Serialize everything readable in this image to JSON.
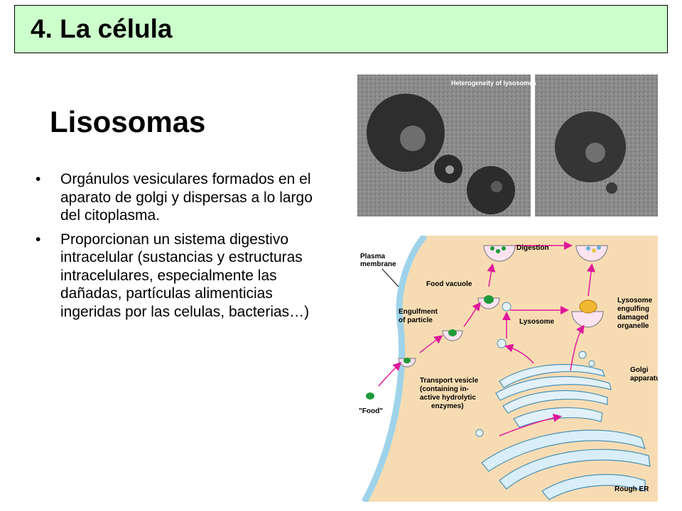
{
  "title": "4. La célula",
  "subtitle": "Lisosomas",
  "bullets": [
    "Orgánulos vesiculares formados en el aparato de golgi y dispersas a lo largo del citoplasma.",
    "Proporcionan un sistema digestivo intracelular (sustancias y estructuras intracelulares, especialmente las dañadas, partículas alimenticias ingeridas por las celulas, bacterias…)"
  ],
  "bullet_symbol": "•",
  "micrograph": {
    "caption": "Heterogeneity of lysosomes"
  },
  "diagram": {
    "labels": {
      "plasma_membrane_1": "Plasma",
      "plasma_membrane_2": "membrane",
      "digestion": "Digestion",
      "food_vacuole": "Food vacuole",
      "engulfment_1": "Engulfment",
      "engulfment_2": "of particle",
      "lysosome": "Lysosome",
      "lys_engulf_1": "Lysosome",
      "lys_engulf_2": "engulfing",
      "lys_engulf_3": "damaged",
      "lys_engulf_4": "organelle",
      "golgi_1": "Golgi",
      "golgi_2": "apparatus",
      "transport_1": "Transport vesicle",
      "transport_2": "(containing in-",
      "transport_3": "active hydrolytic",
      "transport_4": "enzymes)",
      "food": "\"Food\"",
      "rough_er": "Rough ER"
    }
  },
  "colors": {
    "title_bg": "#ccffcc",
    "diagram_bg": "#f7dcb3",
    "membrane": "#9fd3ea",
    "arrow": "#e0189a",
    "vesicle_fill": "#fbe3ef",
    "particle": "#1f9a3a"
  }
}
